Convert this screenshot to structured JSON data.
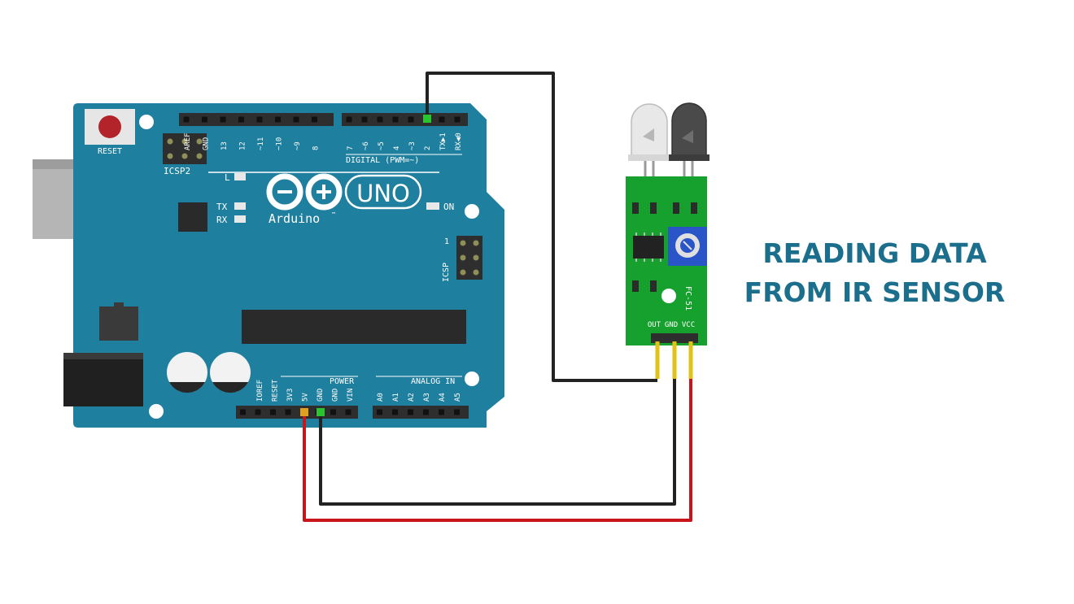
{
  "title": {
    "line1": "READING DATA",
    "line2": "FROM IR SENSOR"
  },
  "colors": {
    "board": "#1f7f9e",
    "board_edge": "#166b87",
    "title": "#1b6f8c",
    "pcb": "#16a12e",
    "wire_black": "#222222",
    "wire_red": "#c8151b",
    "wire_yellow": "#e1c219",
    "header": "#2e2e2e",
    "pot": "#2a55c8",
    "reset_btn": "#b3232a"
  },
  "board": {
    "brand": "Arduino",
    "model": "UNO",
    "reset": "RESET",
    "icsp2": "ICSP2",
    "icsp": "ICSP",
    "icsp_pin": "1",
    "led_l": "L",
    "led_tx": "TX",
    "led_rx": "RX",
    "led_on": "ON",
    "digital_label": "DIGITAL (PWM=~)",
    "power_label": "POWER",
    "analog_label": "ANALOG IN",
    "digital_pins": [
      "AREF",
      "GND",
      "13",
      "12",
      "~11",
      "~10",
      "~9",
      "8",
      "7",
      "~6",
      "~5",
      "4",
      "~3",
      "2",
      "TX▶1",
      "RX◀0"
    ],
    "power_pins": [
      "IOREF",
      "RESET",
      "3V3",
      "5V",
      "GND",
      "GND",
      "VIN"
    ],
    "analog_pins": [
      "A0",
      "A1",
      "A2",
      "A3",
      "A4",
      "A5"
    ]
  },
  "sensor": {
    "model": "FC-51",
    "pins": [
      "OUT",
      "GND",
      "VCC"
    ]
  }
}
